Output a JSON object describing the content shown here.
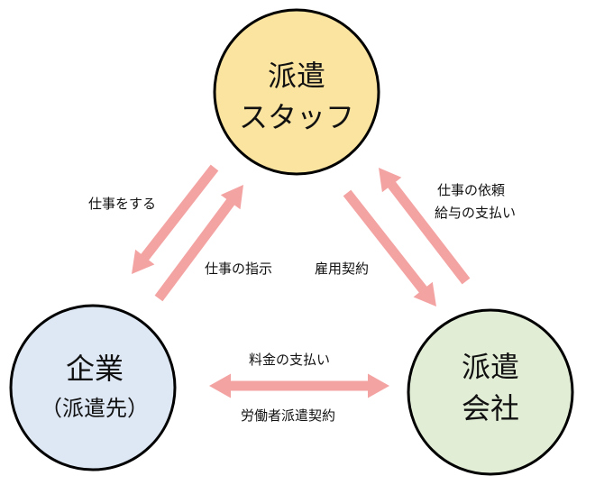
{
  "nodes": {
    "staff": {
      "line1": "派遣",
      "line2": "スタッフ",
      "fill": "#FBE3A0"
    },
    "company": {
      "line1": "企業",
      "line2": "（派遣先）",
      "fill": "#DEE8F5"
    },
    "agency": {
      "line1": "派遣",
      "line2": "会社",
      "fill": "#E2EDD6"
    }
  },
  "edges": {
    "staff_company_work": "仕事をする",
    "company_staff_instruction": "仕事の指示",
    "staff_agency_employment": "雇用契約",
    "agency_staff_request_line1": "仕事の依頼",
    "agency_staff_request_line2": "給与の支払い",
    "company_agency_payment": "料金の支払い",
    "company_agency_contract": "労働者派遣契約"
  },
  "colors": {
    "arrow": "#F4A3A3",
    "outline": "#000000"
  }
}
